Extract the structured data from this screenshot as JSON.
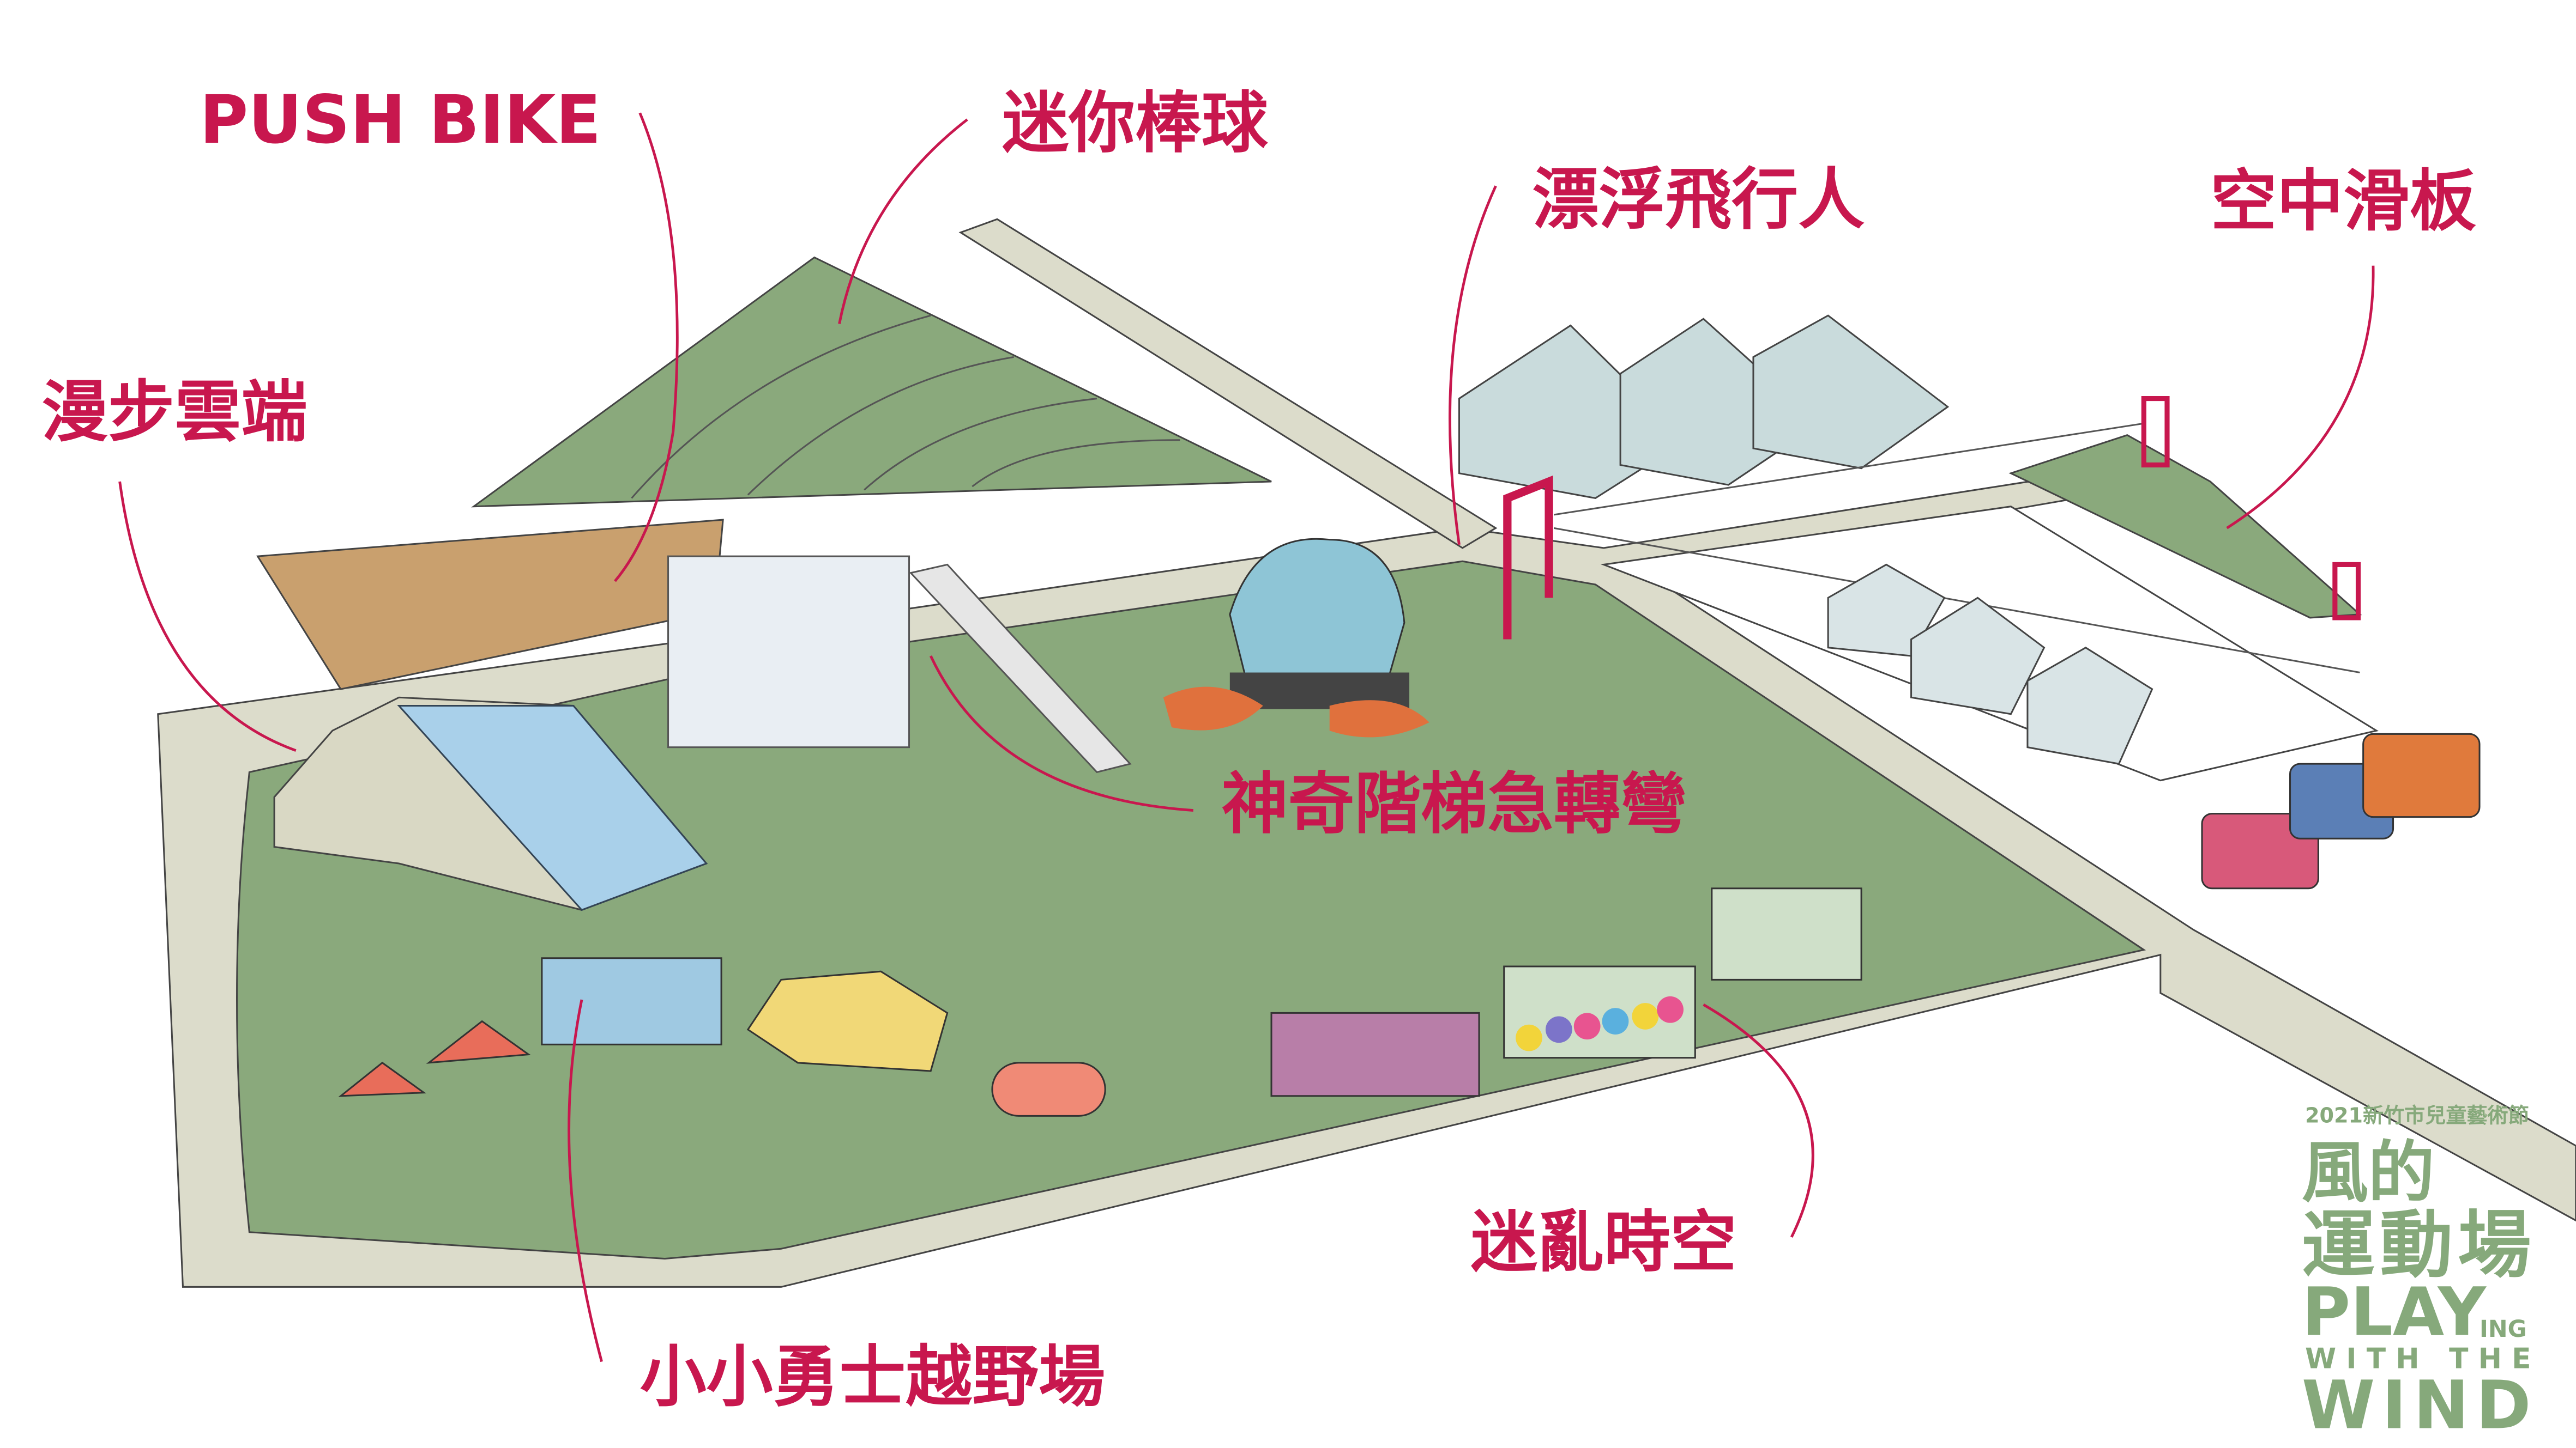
{
  "map": {
    "labels": {
      "push_bike": "PUSH BIKE",
      "mini_baseball": "迷你棒球",
      "floating_flyer": "漂浮飛行人",
      "sky_skateboard": "空中滑板",
      "cloud_walk": "漫步雲端",
      "magic_stairs": "神奇階梯急轉彎",
      "maze_time": "迷亂時空",
      "little_warrior": "小小勇士越野場"
    },
    "logo": {
      "festival": "2021新竹市兒童藝術節",
      "title_line1": "風的",
      "title_line2": "運動場",
      "en_play": "PLAY",
      "en_ing": "ING",
      "en_with": "WITH THE",
      "en_wind": "WIND"
    },
    "colors": {
      "label": "#c8174e",
      "lawn": "#8aa97c",
      "road": "#dcdccb",
      "sand": "#c9a06e",
      "tent": "#c9dbdc"
    }
  }
}
